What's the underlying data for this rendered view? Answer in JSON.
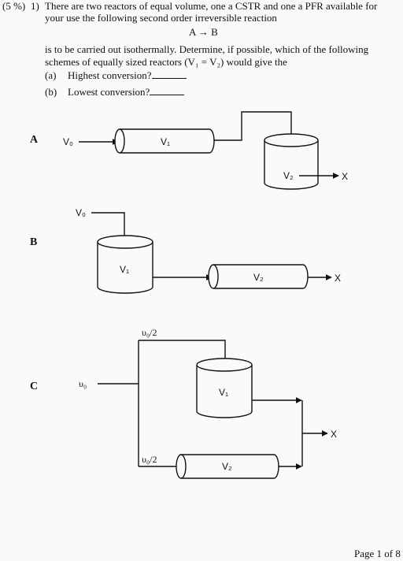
{
  "problem": {
    "points": "(5 %)",
    "number": "1)",
    "line1": "There are two reactors of equal volume, one a CSTR and one a PFR available for",
    "line2": "your use the following second order irreversible reaction",
    "reaction": "A → B",
    "line3": "is to be carried out isothermally. Determine, if possible, which of the following",
    "line4": "schemes of equally sized reactors (V₁ = V₂) would give the",
    "part_a_label": "(a)",
    "part_a_text": "Highest conversion?",
    "part_b_label": "(b)",
    "part_b_text": "Lowest conversion?"
  },
  "schemes": {
    "a": {
      "label": "A",
      "inlet": "V₀",
      "reactor1": "V₁",
      "reactor2": "V₂",
      "outlet": "X"
    },
    "b": {
      "label": "B",
      "inlet": "V₀",
      "reactor1": "V₁",
      "reactor2": "V₂",
      "outlet": "X"
    },
    "c": {
      "label": "C",
      "inlet": "υ₀",
      "split_top": "υ₀/2",
      "split_bottom": "υ₀/2",
      "reactor1": "V₁",
      "reactor2": "V₂",
      "outlet": "X"
    }
  },
  "footer": {
    "page": "Page 1 of 8"
  }
}
